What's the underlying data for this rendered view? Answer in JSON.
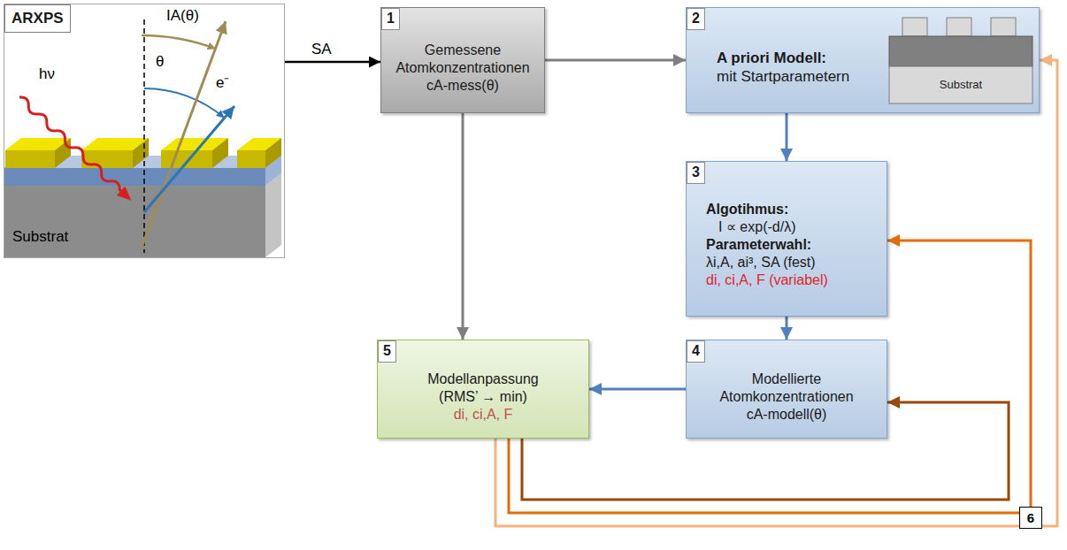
{
  "diagram": {
    "nodes": [
      {
        "text": [
          "ARXPS"
        ]
      },
      {
        "text": [
          "1",
          "Gemessene Atomkonzentrationen",
          "cA-mess(θ)"
        ]
      },
      {
        "text": [
          "2",
          "A priori Modell:",
          "mit Startparametern",
          "Substrat"
        ]
      },
      {
        "text": [
          "3",
          "Algotihmus:",
          "I ∝ exp(-d/λ)",
          "Parameterwahl:",
          "λi,A, ai³, SA (fest)",
          "di, ci,A, F (variabel)"
        ]
      },
      {
        "text": [
          "4",
          "Modellierte Atomkonzentrationen",
          "cA-modell(θ)"
        ]
      },
      {
        "text": [
          "5",
          "Modellanpassung",
          "(RMS’ → min)",
          "di, ci,A, F"
        ]
      }
    ],
    "edges": [
      {
        "from": 0,
        "to": 1,
        "arrow": "to",
        "label": "SA"
      },
      {
        "from": 1,
        "to": 2,
        "arrow": "to"
      },
      {
        "from": 1,
        "to": 5,
        "arrow": "to"
      },
      {
        "from": 2,
        "to": 3,
        "arrow": "to"
      },
      {
        "from": 3,
        "to": 4,
        "arrow": "to"
      },
      {
        "from": 4,
        "to": 5,
        "arrow": "to"
      },
      {
        "from": 5,
        "to": 4,
        "arrow": "to"
      },
      {
        "from": 5,
        "to": 3,
        "arrow": "to"
      },
      {
        "from": 5,
        "to": 2,
        "arrow": "to"
      }
    ],
    "labels": [
      "hν",
      "θ",
      "IA(θ)",
      "e⁻",
      "Substrat",
      "6"
    ]
  }
}
